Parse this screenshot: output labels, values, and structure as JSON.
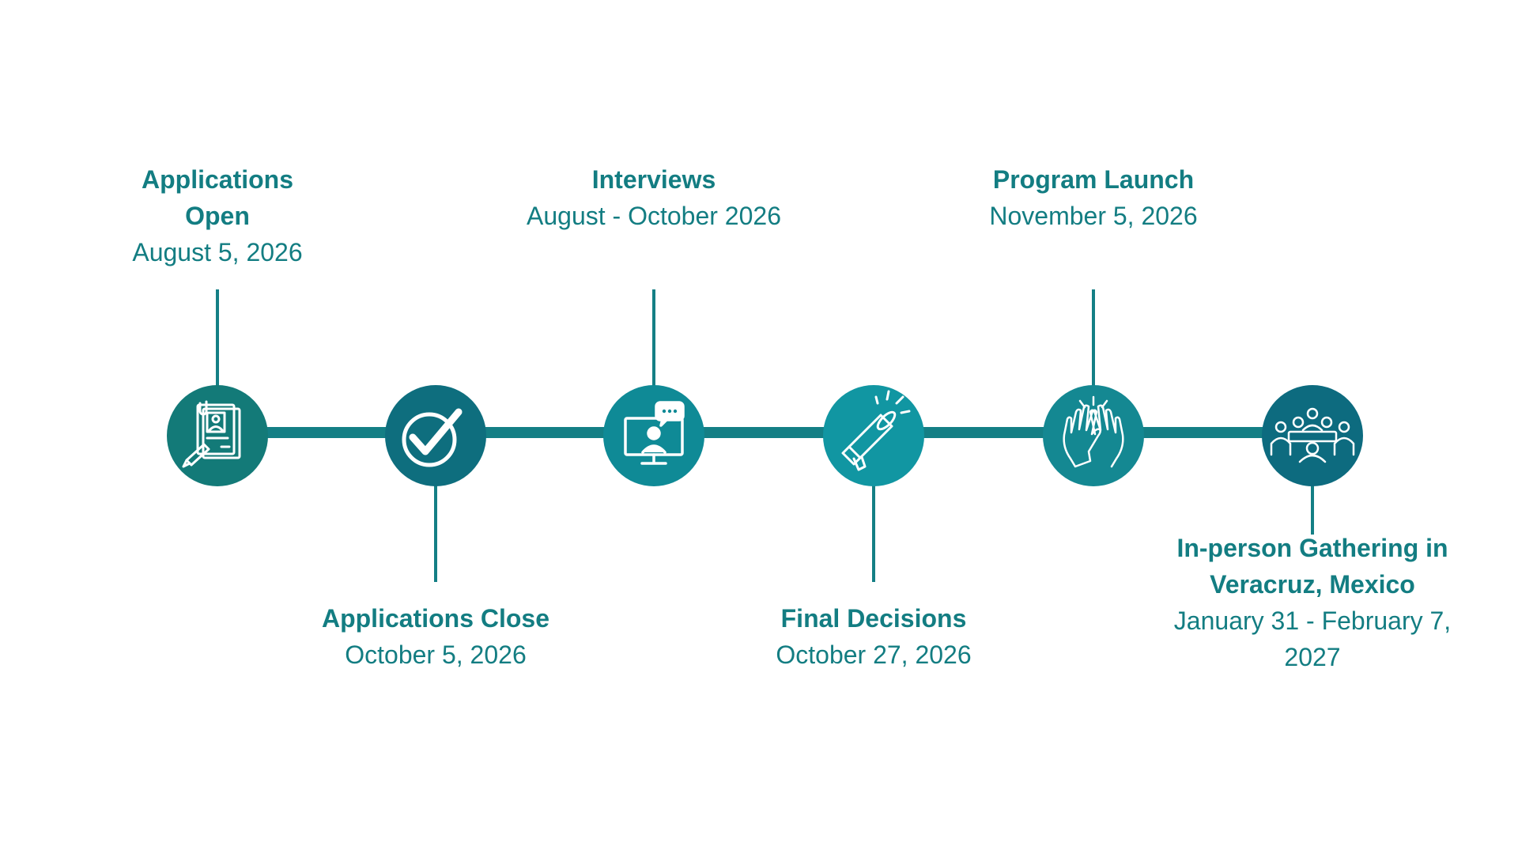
{
  "accent_colors": {
    "track": "#147f85",
    "circle_1": "#137a78",
    "circle_2": "#0e6e7e",
    "circle_3": "#0f8a96",
    "circle_4": "#1196a2",
    "circle_5": "#148892",
    "circle_6": "#0d6b7f",
    "text": "#137d82"
  },
  "milestones": [
    {
      "title": "Applications Open",
      "date": "August 5, 2026",
      "icon": "application-form-icon",
      "position": "above"
    },
    {
      "title": "Applications Close",
      "date": "October 5, 2026",
      "icon": "checkmark-icon",
      "position": "below"
    },
    {
      "title": "Interviews",
      "date": "August - October 2026",
      "icon": "video-call-icon",
      "position": "above"
    },
    {
      "title": "Final Decisions",
      "date": "October 27, 2026",
      "icon": "megaphone-icon",
      "position": "below"
    },
    {
      "title": "Program Launch",
      "date": "November 5, 2026",
      "icon": "high-five-icon",
      "position": "above"
    },
    {
      "title": "In-person Gathering in Veracruz, Mexico",
      "date": "January 31 - February 7, 2027",
      "icon": "group-meeting-icon",
      "position": "below"
    }
  ]
}
